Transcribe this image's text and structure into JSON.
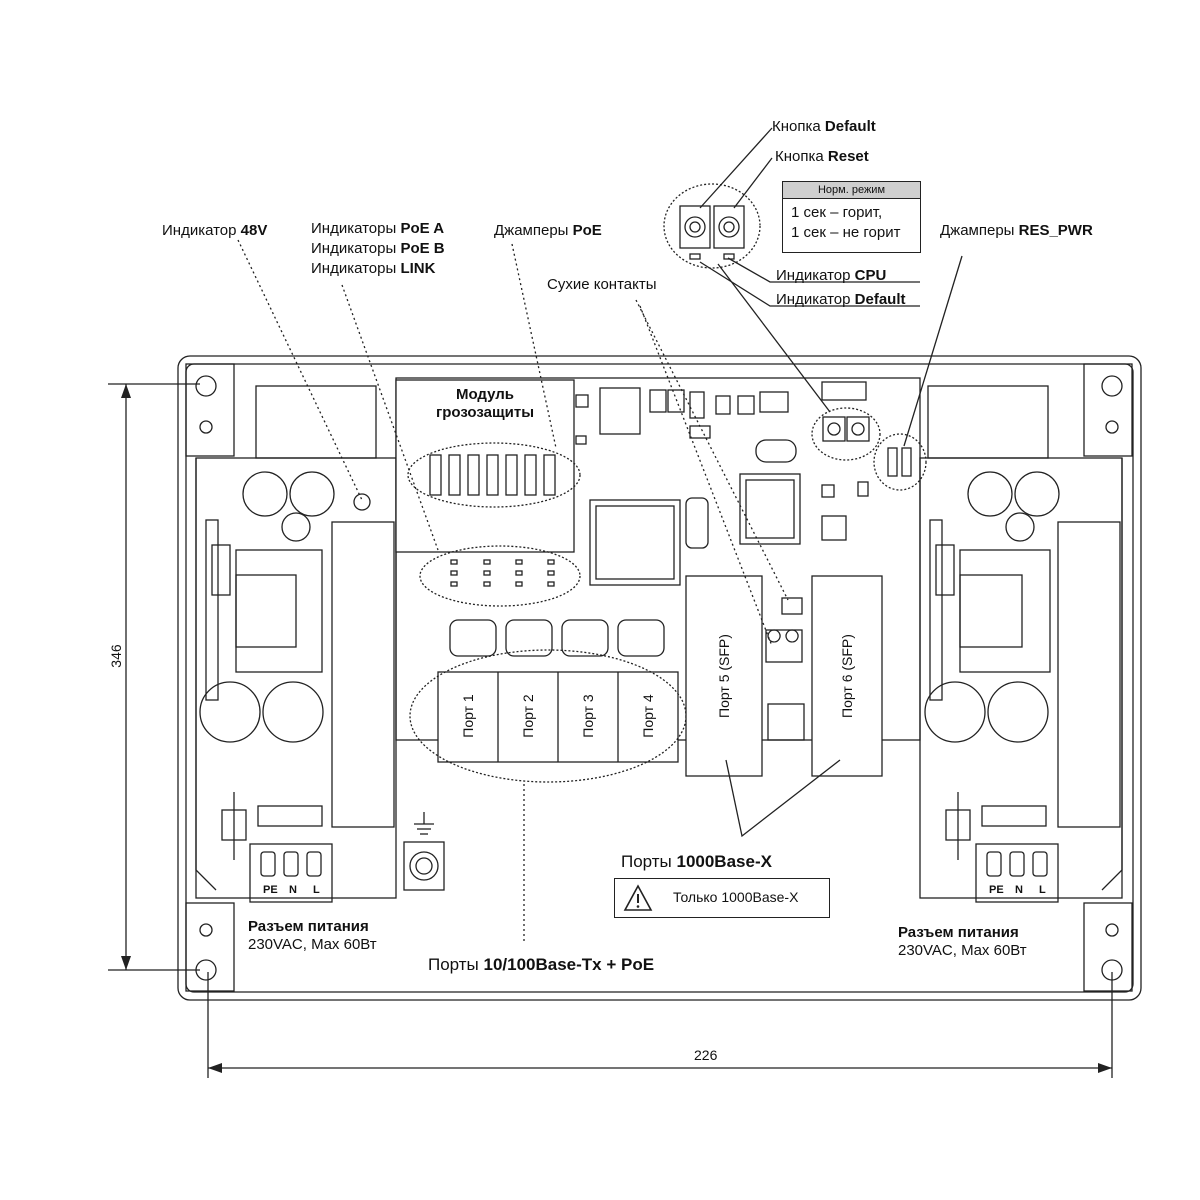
{
  "labels": {
    "btn_default_pre": "Кнопка ",
    "btn_default_bold": "Default",
    "btn_reset_pre": "Кнопка ",
    "btn_reset_bold": "Reset",
    "mode_header": "Норм. режим",
    "mode_line1": "1 сек – горит,",
    "mode_line2": "1 сек – не горит",
    "ind_cpu_pre": "Индикатор ",
    "ind_cpu_bold": "CPU",
    "ind_default_pre": "Индикатор ",
    "ind_default_bold": "Default",
    "ind_48v_pre": "Индикатор ",
    "ind_48v_bold": "48V",
    "ind_poea_pre": "Индикаторы ",
    "ind_poea_bold": "PoE A",
    "ind_poeb_pre": "Индикаторы ",
    "ind_poeb_bold": "PoE B",
    "ind_link_pre": "Индикаторы ",
    "ind_link_bold": "LINK",
    "jump_poe_pre": "Джамперы ",
    "jump_poe_bold": "PoE",
    "dry_contacts": "Сухие контакты",
    "jump_res_pre": "Джамперы ",
    "jump_res_bold": "RES_PWR",
    "surge_line1": "Модуль",
    "surge_line2": "грозозащиты",
    "ports_1000_pre": "Порты ",
    "ports_1000_bold": "1000Base-X",
    "only_1000": "Только 1000Base-X",
    "ports_100_pre": "Порты ",
    "ports_100_bold": "10/100Base-Tx + PoE",
    "power_left_title": "Разъем питания",
    "power_left_spec": "230VAC, Max 60Вт",
    "power_right_title": "Разъем питания",
    "power_right_spec": "230VAC, Max 60Вт",
    "dim_height": "346",
    "dim_width": "226"
  },
  "ports": [
    {
      "label": "Порт 1"
    },
    {
      "label": "Порт 2"
    },
    {
      "label": "Порт 3"
    },
    {
      "label": "Порт 4"
    }
  ],
  "sfp_ports": [
    {
      "label": "Порт 5 (SFP)"
    },
    {
      "label": "Порт 6 (SFP)"
    }
  ],
  "terminal_pins": [
    "PE",
    "N",
    "L"
  ]
}
